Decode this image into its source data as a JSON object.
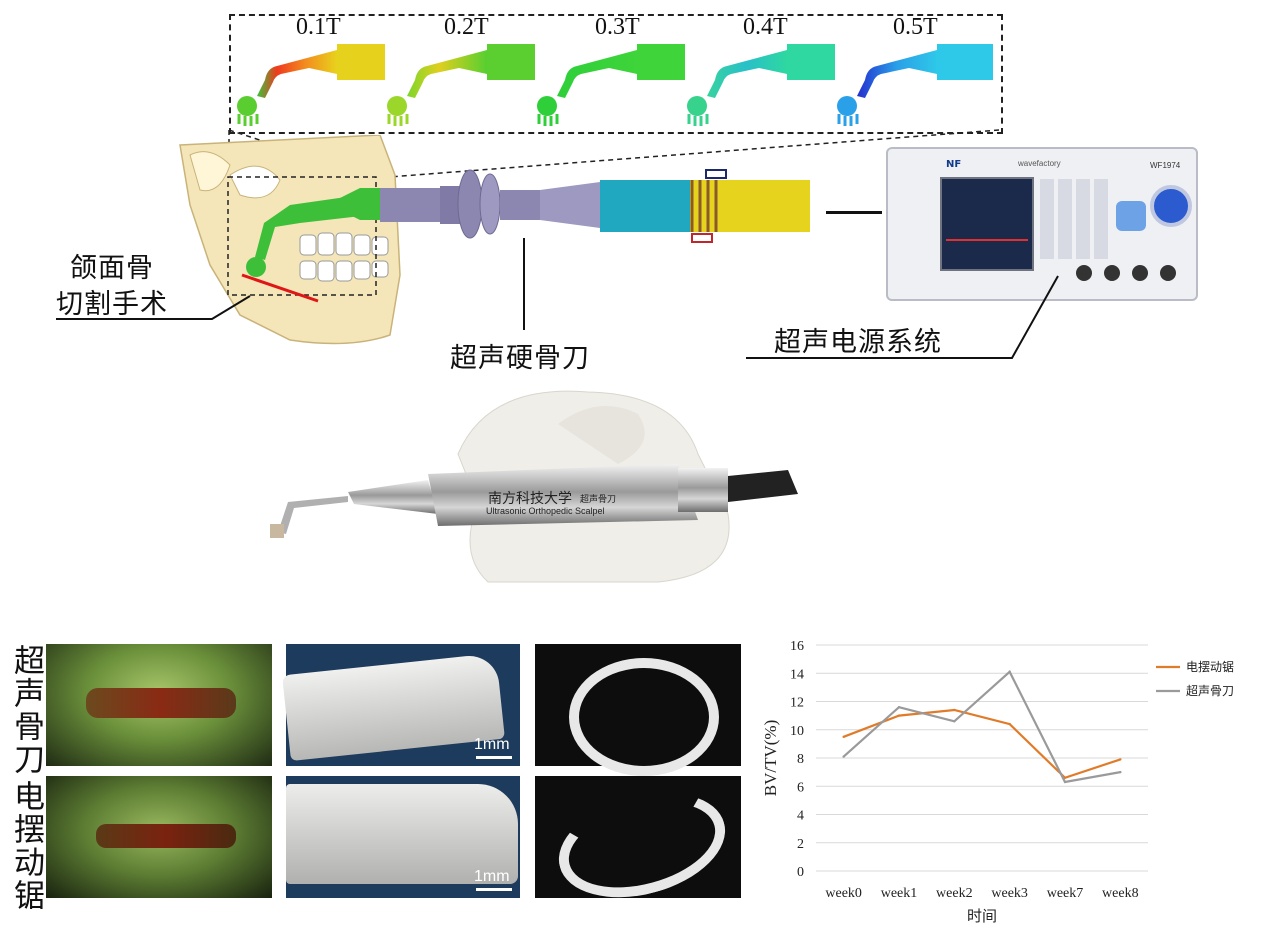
{
  "tesla_labels": [
    "0.1T",
    "0.2T",
    "0.3T",
    "0.4T",
    "0.5T"
  ],
  "callouts": {
    "surgery_line1": "颌面骨",
    "surgery_line2": "切割手术",
    "scalpel": "超声硬骨刀",
    "power_system": "超声电源系统"
  },
  "device_text": {
    "brand_cn": "南方科技大学",
    "brand_sub": "超声骨刀",
    "brand_en": "Ultrasonic Orthopedic Scalpel",
    "generator_logo": "NF",
    "generator_brand": "wavefactory",
    "generator_model": "WF1974"
  },
  "row_labels": [
    "超声骨刀",
    "电摆动锯"
  ],
  "scale_bar": "1mm",
  "colors": {
    "series_electric_saw": "#e07b2a",
    "series_ultrasonic": "#9a9a9a",
    "scalpel_green": "#3dbf3a",
    "scalpel_purple": "#8c87b0",
    "scalpel_cyan": "#1fa8c0",
    "scalpel_yellow": "#e6d31e"
  },
  "chart_data": {
    "type": "line",
    "categories": [
      "week0",
      "week1",
      "week2",
      "week3",
      "week7",
      "week8"
    ],
    "series": [
      {
        "name": "电摆动锯",
        "values": [
          9.5,
          11.0,
          11.4,
          10.4,
          6.6,
          7.9
        ]
      },
      {
        "name": "超声骨刀",
        "values": [
          8.1,
          11.6,
          10.6,
          14.1,
          6.3,
          7.0
        ]
      }
    ],
    "xlabel": "时间",
    "ylabel": "BV/TV(%)",
    "ylim": [
      0,
      16
    ],
    "yticks": [
      0,
      2,
      4,
      6,
      8,
      10,
      12,
      14,
      16
    ],
    "grid": true,
    "legend": "right"
  }
}
